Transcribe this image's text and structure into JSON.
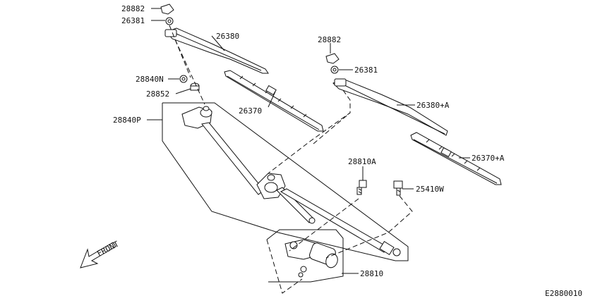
{
  "labels": {
    "p28882_l": "28882",
    "p26381_l": "26381",
    "p26380": "26380",
    "p28840n": "28840N",
    "p28852": "28852",
    "p26370": "26370",
    "p28840p": "28840P",
    "p28882_r": "28882",
    "p26381_r": "26381",
    "p26380a": "26380+A",
    "p26370a": "26370+A",
    "p28810a": "28810A",
    "p25410w": "25410W",
    "p28810": "28810",
    "front": "FRONT",
    "code": "E2880010"
  }
}
